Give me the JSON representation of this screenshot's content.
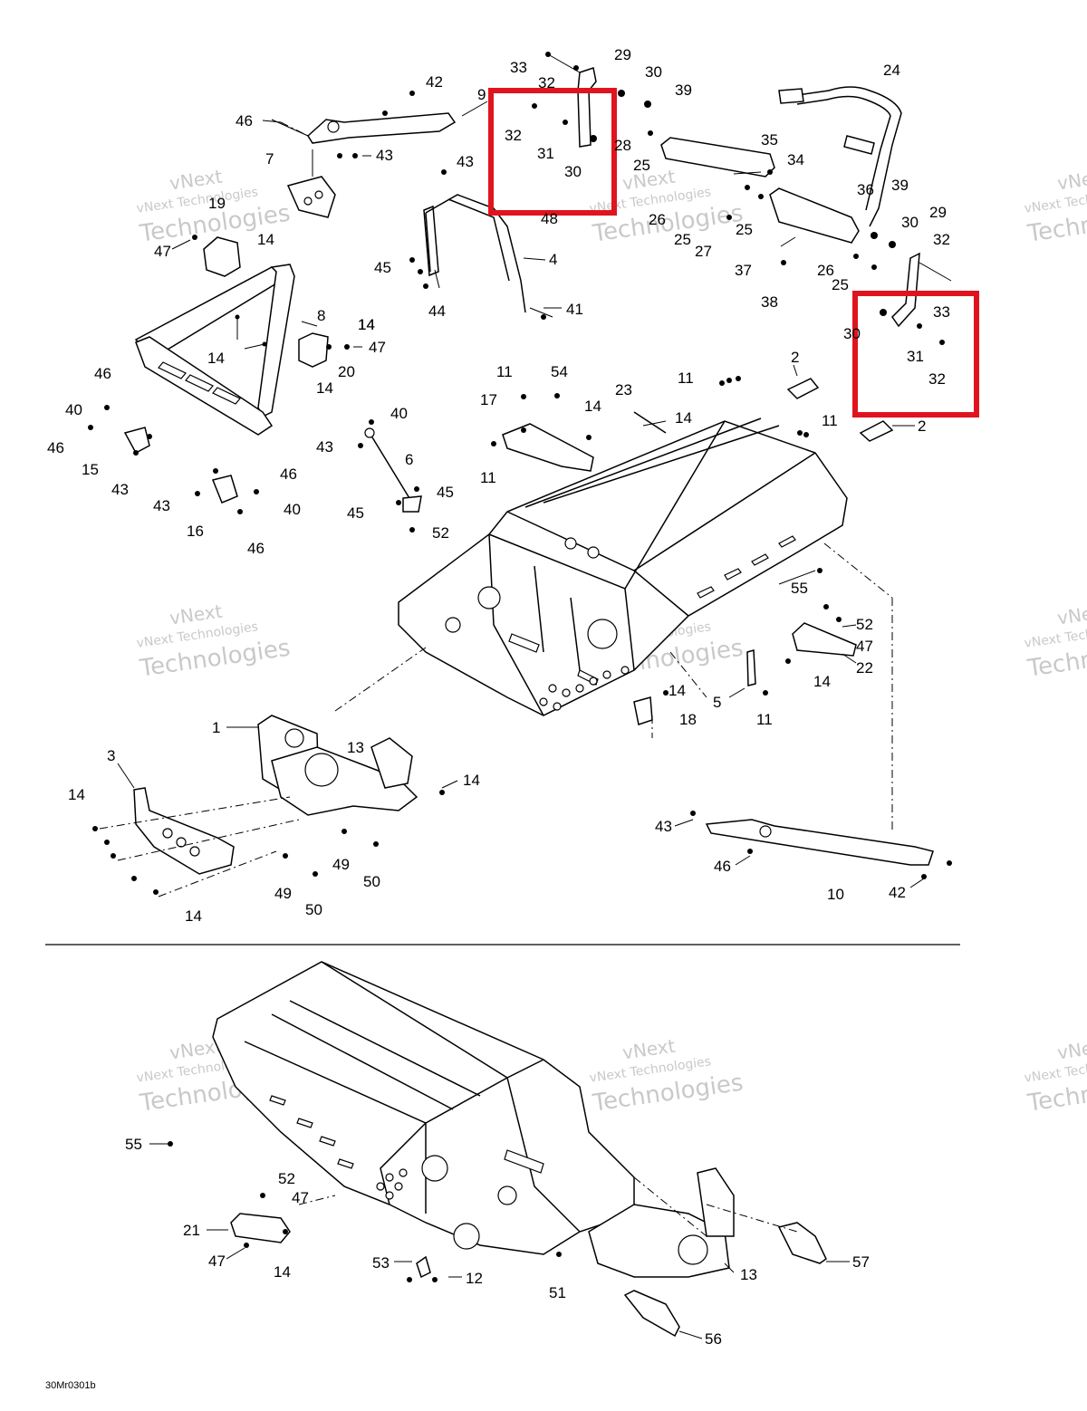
{
  "drawing_code": "30Mr0301b",
  "watermark": {
    "line1": "vNext",
    "line2": "vNext Technologies",
    "line3": "Technologies"
  },
  "highlight_color": "#e0141e",
  "callouts": [
    "33",
    "32",
    "29",
    "30",
    "39",
    "24",
    "42",
    "9",
    "46",
    "43",
    "32",
    "31",
    "30",
    "28",
    "25",
    "35",
    "34",
    "7",
    "19",
    "43",
    "48",
    "47",
    "14",
    "4",
    "45",
    "44",
    "41",
    "26",
    "25",
    "25",
    "27",
    "36",
    "39",
    "30",
    "29",
    "32",
    "37",
    "26",
    "25",
    "38",
    "33",
    "30",
    "31",
    "32",
    "8",
    "14",
    "14",
    "47",
    "20",
    "14",
    "14",
    "46",
    "40",
    "46",
    "15",
    "43",
    "11",
    "54",
    "17",
    "14",
    "23",
    "14",
    "11",
    "2",
    "11",
    "2",
    "40",
    "43",
    "6",
    "45",
    "45",
    "52",
    "11",
    "46",
    "43",
    "40",
    "16",
    "46",
    "55",
    "52",
    "47",
    "22",
    "14",
    "14",
    "5",
    "18",
    "11",
    "1",
    "3",
    "13",
    "14",
    "14",
    "14",
    "49",
    "50",
    "49",
    "50",
    "43",
    "46",
    "10",
    "42",
    "55",
    "52",
    "47",
    "21",
    "47",
    "14",
    "53",
    "12",
    "51",
    "13",
    "57",
    "56"
  ]
}
